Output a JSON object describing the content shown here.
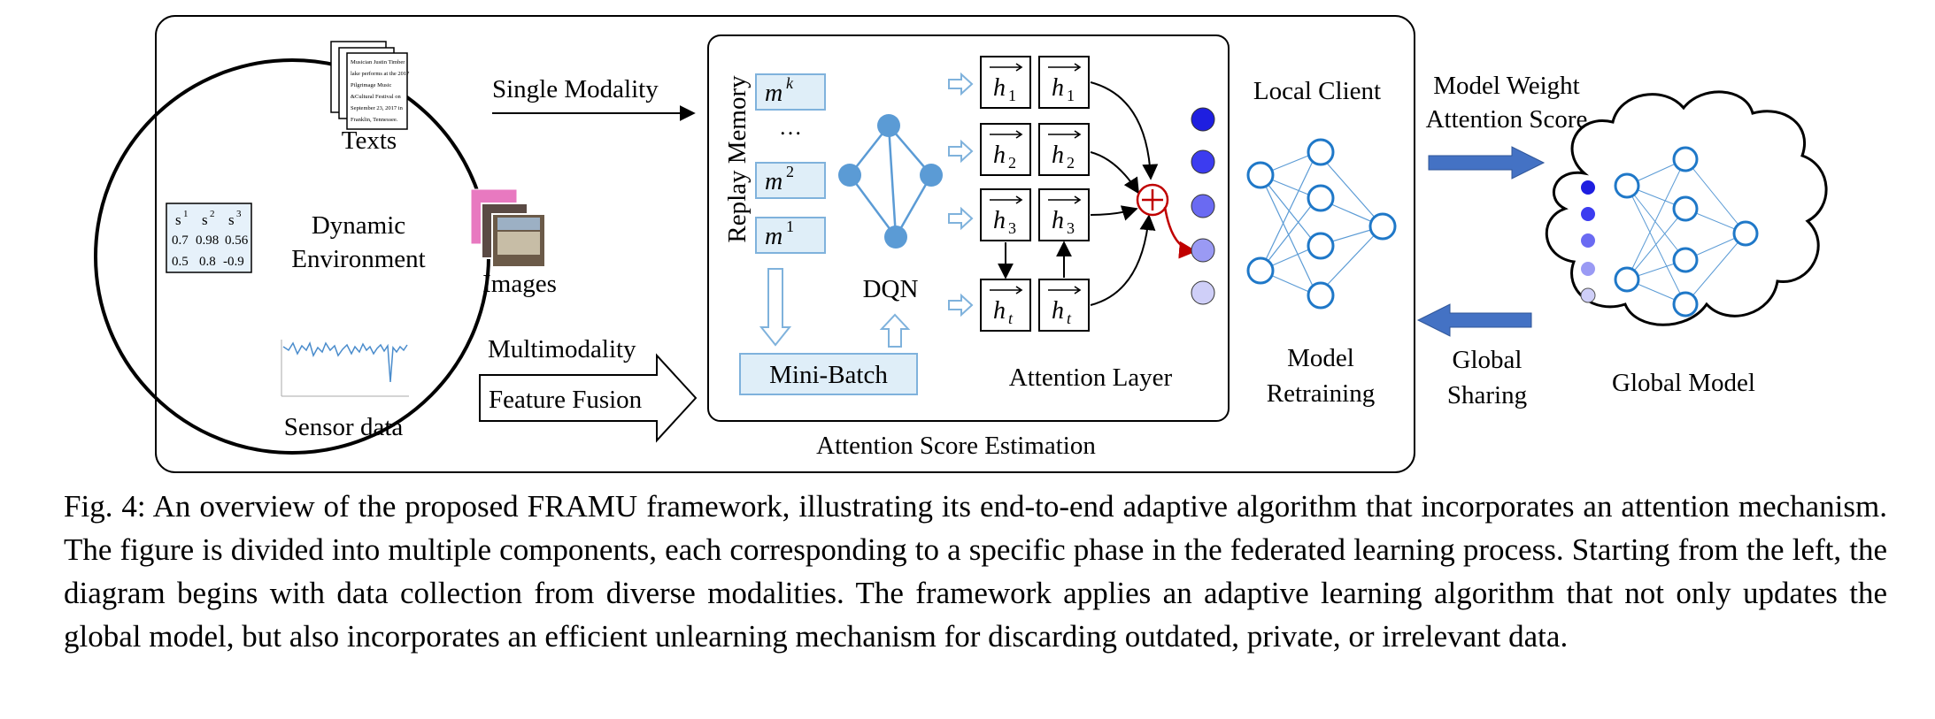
{
  "diagram": {
    "data_sources": {
      "center_label_line1": "Dynamic",
      "center_label_line2": "Environment",
      "texts_label": "Texts",
      "images_label": "Images",
      "sensor_label": "Sensor data",
      "table_headers": [
        "s",
        "s",
        "s"
      ],
      "table_header_superscripts": [
        "1",
        "2",
        "3"
      ],
      "table_row1": [
        "0.7",
        "0.98",
        "0.56"
      ],
      "table_row2": [
        "0.5",
        "0.8",
        "-0.9"
      ],
      "doc_text_lines": [
        "Musician Justin Timber",
        "lake performs at the 2017",
        "Pilgrimage Music",
        "&Cultural Festival on",
        "September 23, 2017 in",
        "Franklin, Tennessee."
      ]
    },
    "flows": {
      "single_modality": "Single Modality",
      "multimodality": "Multimodality",
      "feature_fusion": "Feature Fusion"
    },
    "attention_box": {
      "title": "Attention Score Estimation",
      "replay_memory": "Replay Memory",
      "memory_items": [
        "m",
        "m",
        "m"
      ],
      "memory_superscripts": [
        "k",
        "2",
        "1"
      ],
      "ellipsis": "…",
      "dqn": "DQN",
      "mini_batch": "Mini-Batch",
      "attention_layer": "Attention Layer",
      "hidden_subscripts": [
        "1",
        "2",
        "3",
        "t"
      ],
      "hidden_symbol": "h"
    },
    "local_client": {
      "title": "Local Client",
      "retraining_line1": "Model",
      "retraining_line2": "Retraining"
    },
    "exchange": {
      "upload_line1": "Model Weight",
      "upload_line2": "Attention Score",
      "download_line1": "Global",
      "download_line2": "Sharing"
    },
    "global": {
      "title": "Global Model"
    },
    "colors": {
      "node_blue": "#1f78c8",
      "light_box": "#dfeef8",
      "box_border": "#7fb2dc",
      "dqn_node": "#5b9bd5",
      "arrow_blue": "#4472c4",
      "red": "#d62020"
    }
  },
  "caption": "Fig. 4: An overview of the proposed FRAMU framework, illustrating its end-to-end adaptive algorithm that incorporates an attention mechanism. The figure is divided into multiple components, each corresponding to a specific phase in the federated learning process. Starting from the left, the diagram begins with data collection from diverse modalities. The framework applies an adaptive learning algorithm that not only updates the global model, but also incorporates an efficient unlearning mechanism for discarding outdated, private, or irrelevant data."
}
